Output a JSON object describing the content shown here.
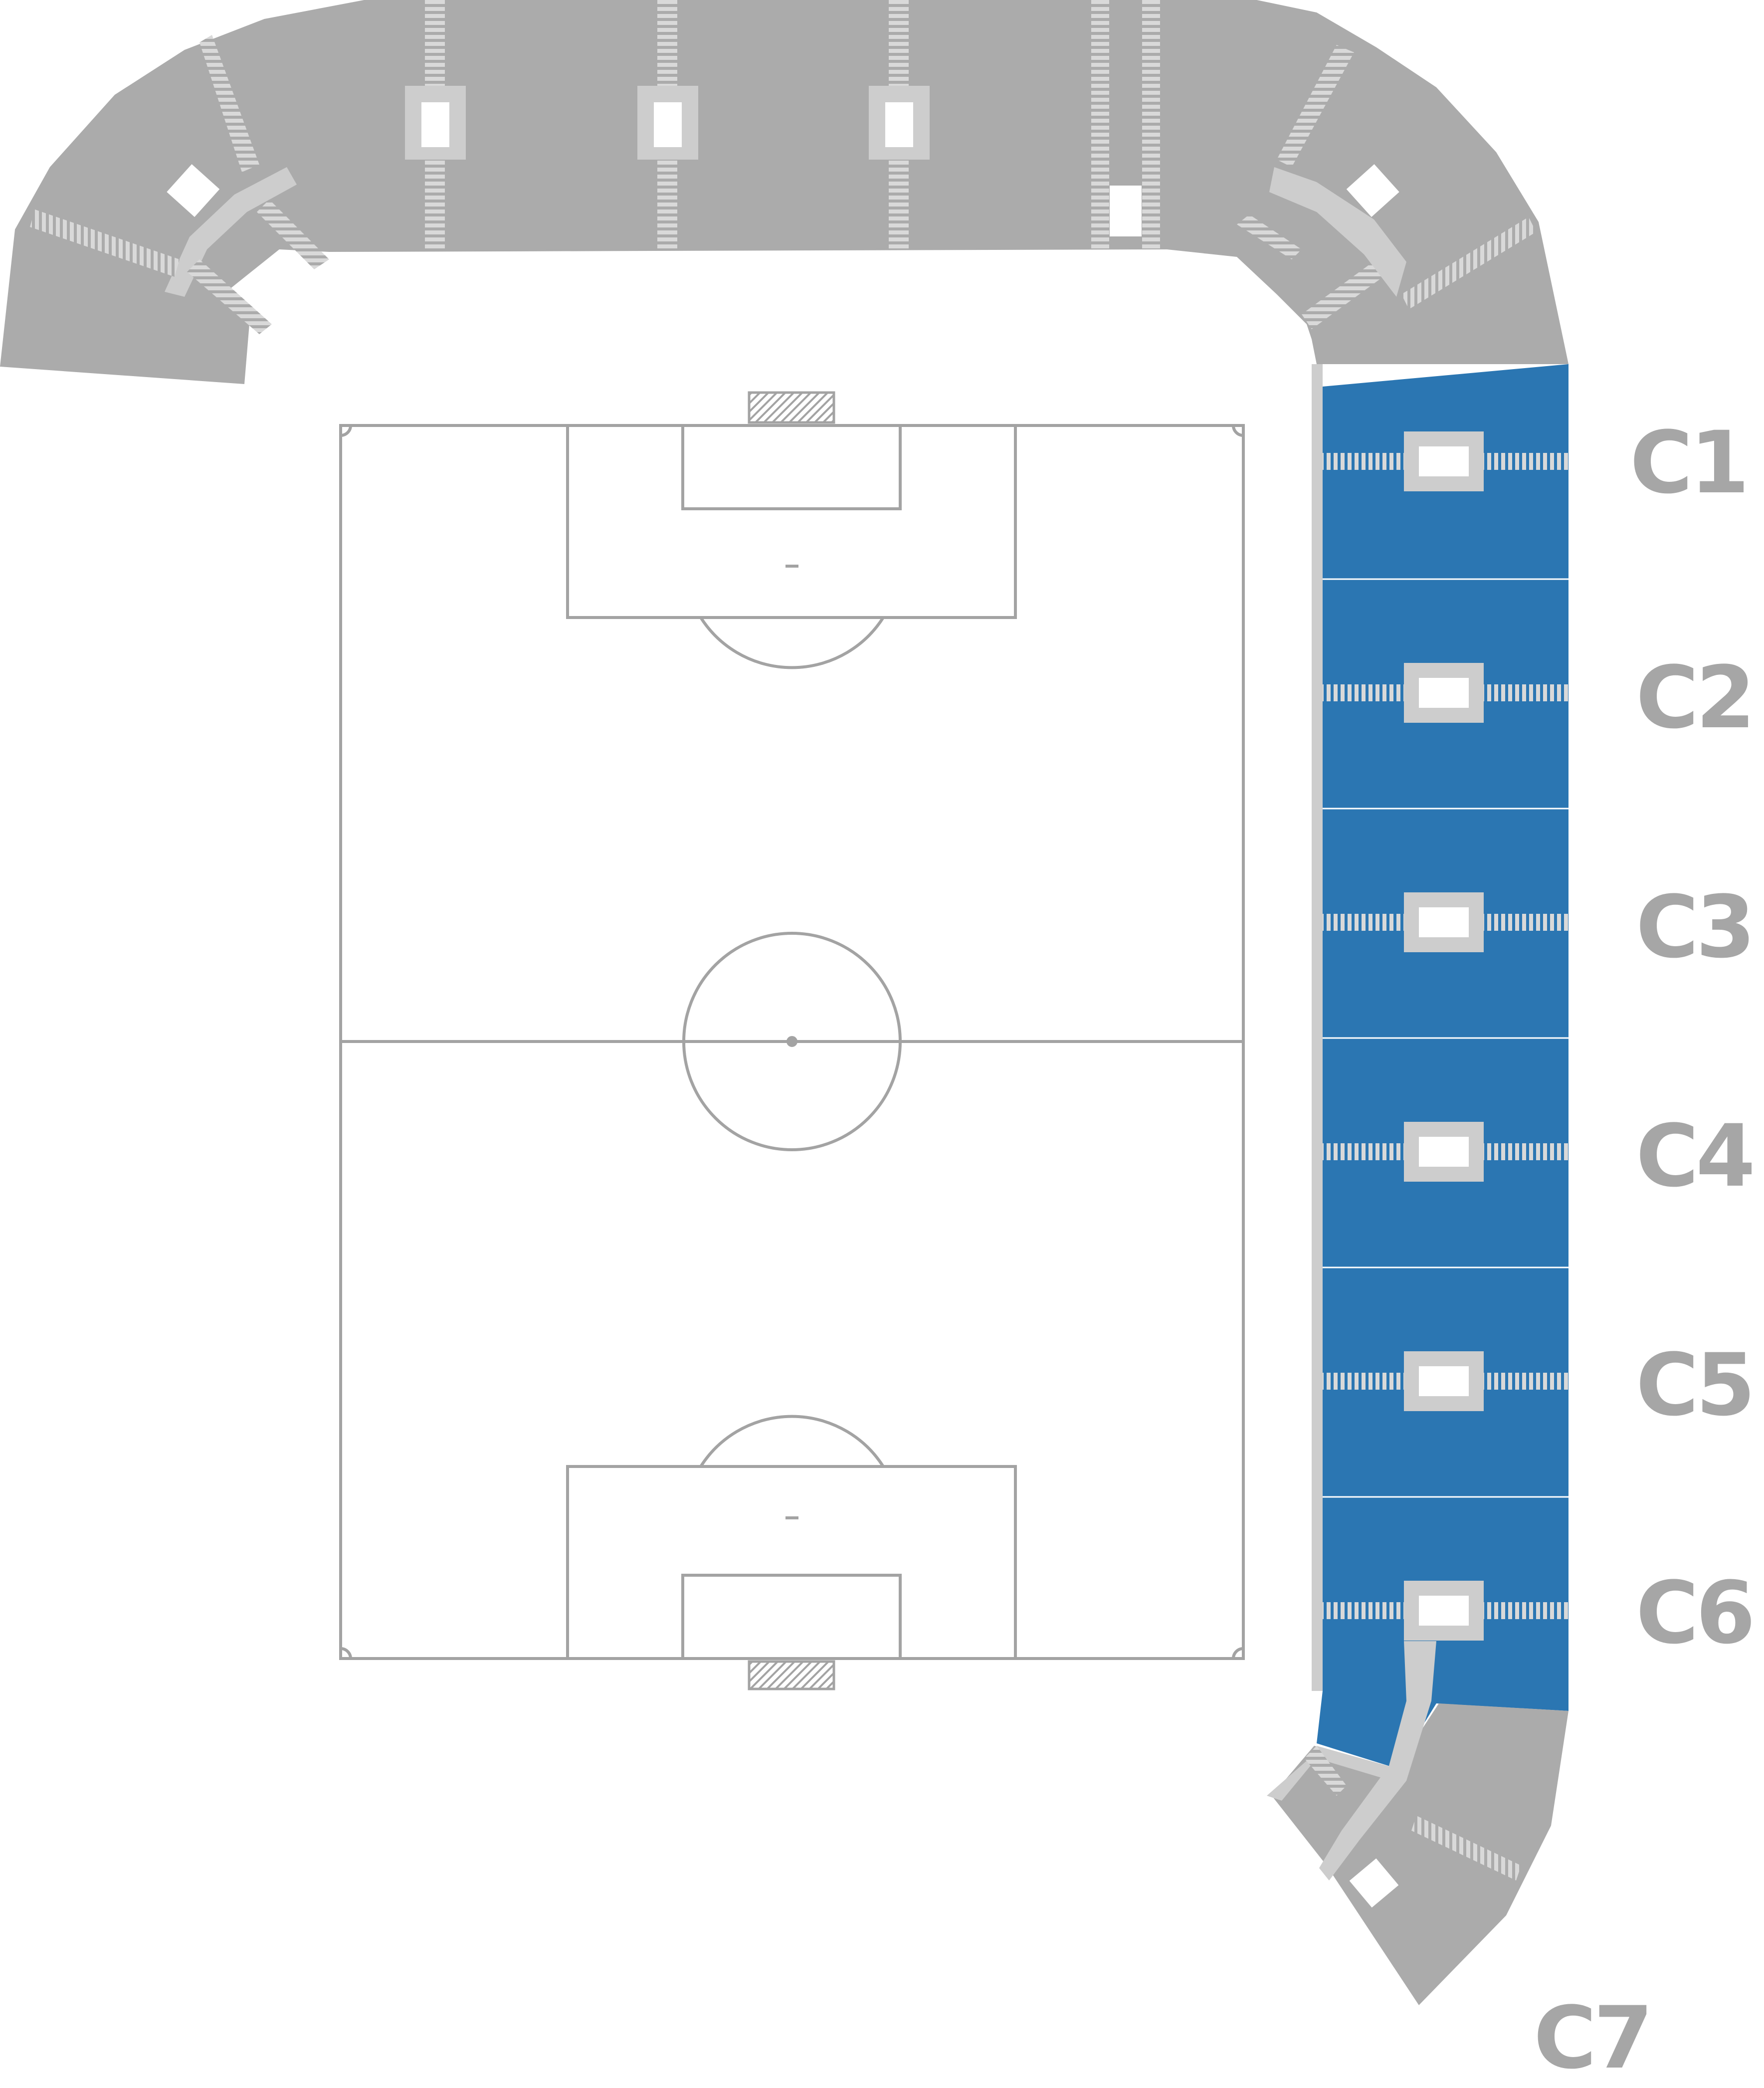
{
  "colors": {
    "background": "#ffffff",
    "inactive_section": "#ababab",
    "highlighted_section": "#2b76b2",
    "aisle": "#cdcdcd",
    "stairs": "#d9d9d9",
    "vomitory": "#ffffff",
    "pitch_line": "#a3a3a3",
    "label_text": "#a6a6a6"
  },
  "sections": [
    {
      "id": "C1",
      "label": "C1",
      "highlighted": true
    },
    {
      "id": "C2",
      "label": "C2",
      "highlighted": true
    },
    {
      "id": "C3",
      "label": "C3",
      "highlighted": true
    },
    {
      "id": "C4",
      "label": "C4",
      "highlighted": true
    },
    {
      "id": "C5",
      "label": "C5",
      "highlighted": true
    },
    {
      "id": "C6",
      "label": "C6",
      "highlighted": true
    },
    {
      "id": "C7",
      "label": "C7",
      "highlighted": false
    }
  ]
}
